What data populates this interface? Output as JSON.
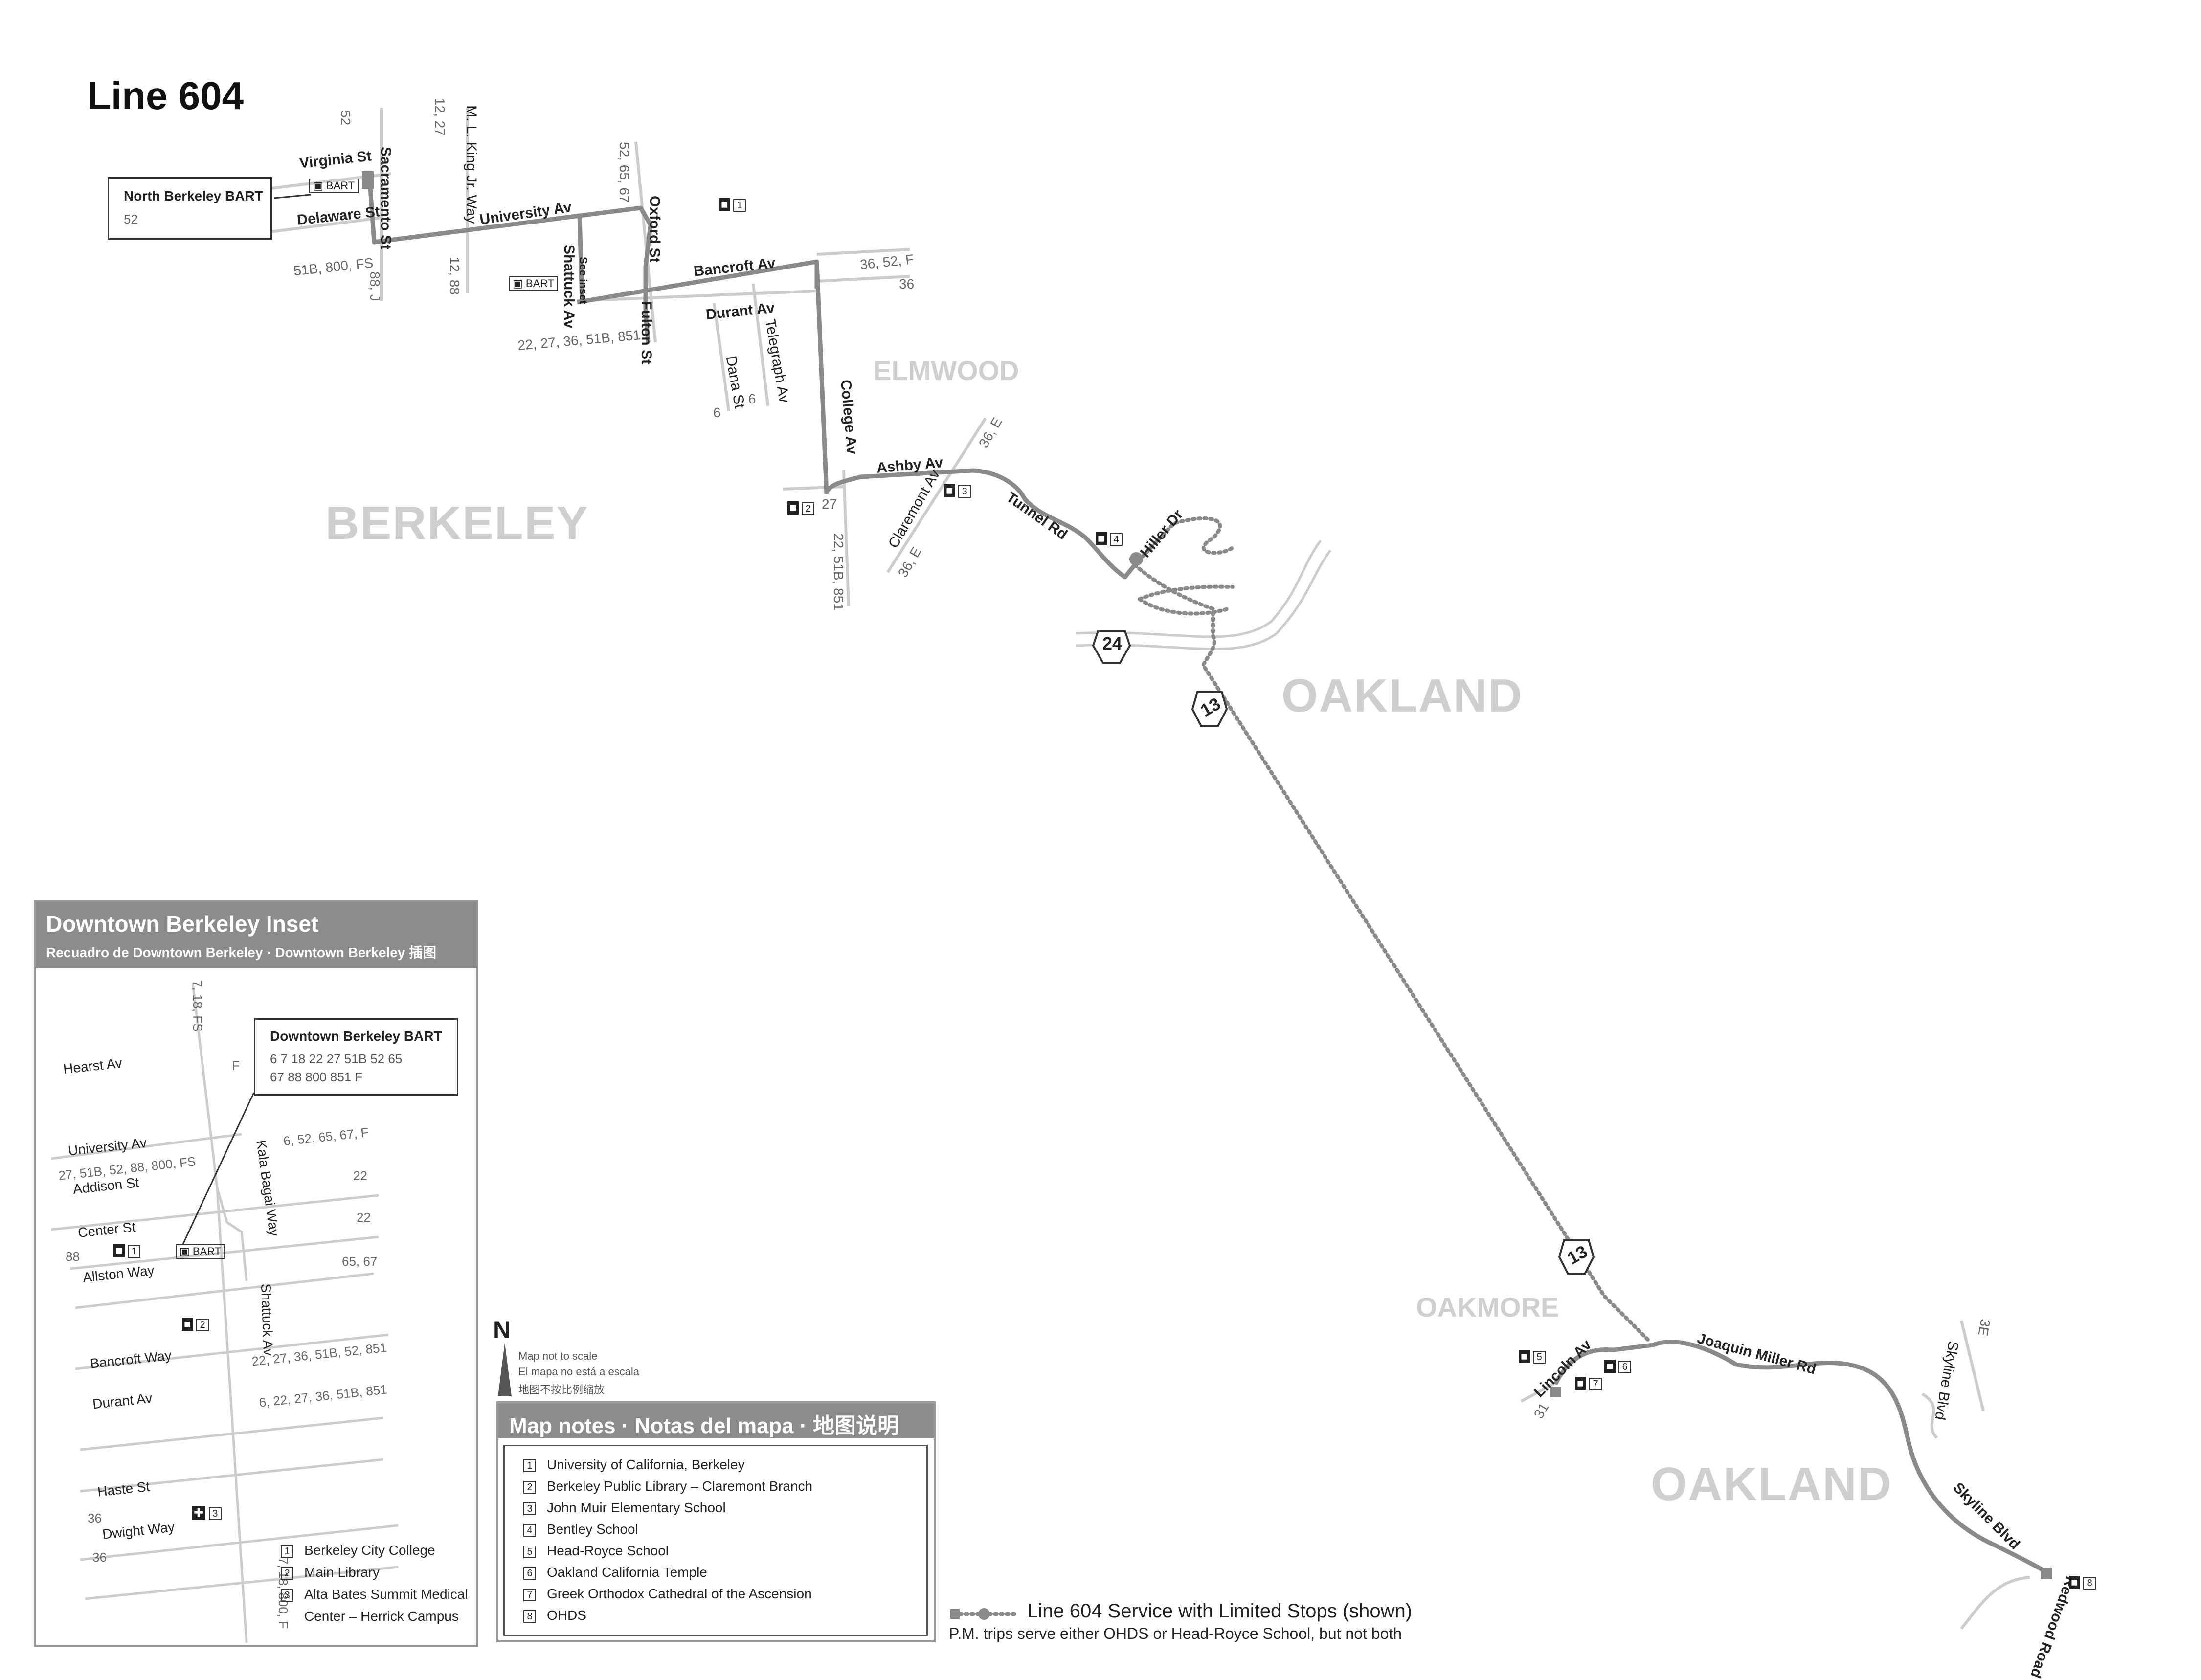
{
  "title": "Line 604",
  "areas": {
    "berkeley": "BERKELEY",
    "elmwood": "ELMWOOD",
    "oakland1": "OAKLAND",
    "oakmore": "OAKMORE",
    "oakland2": "OAKLAND"
  },
  "streets": {
    "virginia": "Virginia St",
    "delaware": "Delaware St",
    "sacramento": "Sacramento St",
    "mlk": "M. L. King Jr. Way",
    "university": "University Av",
    "oxford": "Oxford St",
    "shattuck": "Shattuck Av",
    "see_inset": "See inset",
    "fulton": "Fulton St",
    "bancroft": "Bancroft Av",
    "durant": "Durant Av",
    "telegraph": "Telegraph Av",
    "dana": "Dana St",
    "college": "College Av",
    "ashby": "Ashby Av",
    "claremont": "Claremont Av",
    "tunnel": "Tunnel Rd",
    "hiller": "Hiller Dr",
    "lincoln": "Lincoln Av",
    "joaquin": "Joaquin Miller Rd",
    "skyline_blvd": "Skyline Blvd",
    "skyline_blvd2": "Skyline Blvd",
    "redwood": "Redwood Road"
  },
  "line_numbers": {
    "sac_52": "52",
    "mlk_12_27": "12, 27",
    "oxford_52_65_67": "52, 65, 67",
    "univ_51b": "51B, 800, FS",
    "sac_88j": "88, J",
    "mlk_12_88": "12, 88",
    "bancroft_36_52_f": "36, 52, F",
    "durant_36": "36",
    "shattuck_list": "22, 27, 36, 51B, 851",
    "dana_6": "6",
    "telegraph_6": "6",
    "ashby_36e": "36, E",
    "claremont_36e": "36, E",
    "college_27": "27",
    "college_22": "22, 51B, 851",
    "lincoln_31": "31",
    "skyline_3e": "3E"
  },
  "stations": {
    "north_berkeley_title": "North Berkeley BART",
    "north_berkeley_lines": "52",
    "bart": "BART"
  },
  "icons": {
    "i1": "1",
    "i2": "2",
    "i3": "3",
    "i4": "4",
    "i5": "5",
    "i6": "6",
    "i7": "7",
    "i8": "8"
  },
  "routes": {
    "hwy24": "24",
    "hwy13a": "13",
    "hwy13b": "13"
  },
  "inset": {
    "title": "Downtown Berkeley Inset",
    "subtitle": "Recuadro de Downtown Berkeley · Downtown Berkeley 插图",
    "bart_title": "Downtown Berkeley BART",
    "bart_lines1": "6  7  18  22  27  51B  52  65",
    "bart_lines2": "67  88  800  851  F",
    "bart": "BART",
    "streets": {
      "hearst": "Hearst Av",
      "university": "University Av",
      "addison": "Addison St",
      "center": "Center St",
      "allston": "Allston Way",
      "bancroft": "Bancroft Way",
      "durant": "Durant Av",
      "haste": "Haste St",
      "dwight": "Dwight Way",
      "kala": "Kala Bagai Way",
      "shattuck": "Shattuck Av"
    },
    "lines": {
      "top": "7, 18, FS",
      "hearst_f": "F",
      "univ_right": "6, 52, 65, 67, F",
      "univ_left": "27, 51B, 52, 88, 800, FS",
      "addison_22": "22",
      "center_22": "22",
      "center_88": "88",
      "allston_65": "65, 67",
      "bancroft": "22, 27, 36, 51B, 52, 851",
      "durant": "6, 22, 27, 36, 51B, 851",
      "haste_36": "36",
      "dwight_36": "36",
      "bottom": "7, 18, 800, F"
    },
    "notes": [
      {
        "num": "1",
        "text": "Berkeley City College"
      },
      {
        "num": "2",
        "text": "Main Library"
      },
      {
        "num": "3",
        "text": "Alta Bates Summit Medical"
      }
    ],
    "note3_cont": "Center – Herrick Campus"
  },
  "scale_note": {
    "n": "N",
    "en": "Map not to scale",
    "es": "El mapa no está a escala",
    "zh": "地图不按比例缩放"
  },
  "map_notes": {
    "title": "Map notes · Notas del mapa · 地图说明",
    "items": [
      {
        "num": "1",
        "text": "University of California, Berkeley"
      },
      {
        "num": "2",
        "text": "Berkeley Public Library – Claremont Branch"
      },
      {
        "num": "3",
        "text": "John Muir Elementary School"
      },
      {
        "num": "4",
        "text": "Bentley School"
      },
      {
        "num": "5",
        "text": "Head-Royce School"
      },
      {
        "num": "6",
        "text": "Oakland California Temple"
      },
      {
        "num": "7",
        "text": "Greek Orthodox Cathedral of the Ascension"
      },
      {
        "num": "8",
        "text": "OHDS"
      }
    ]
  },
  "service": {
    "label": "Line 604 Service with Limited Stops (shown)",
    "note": "P.M. trips serve either OHDS or Head-Royce School, but not both"
  },
  "colors": {
    "route": "#8a8a8a",
    "street": "#cccccc",
    "area": "#cfcfcf"
  }
}
